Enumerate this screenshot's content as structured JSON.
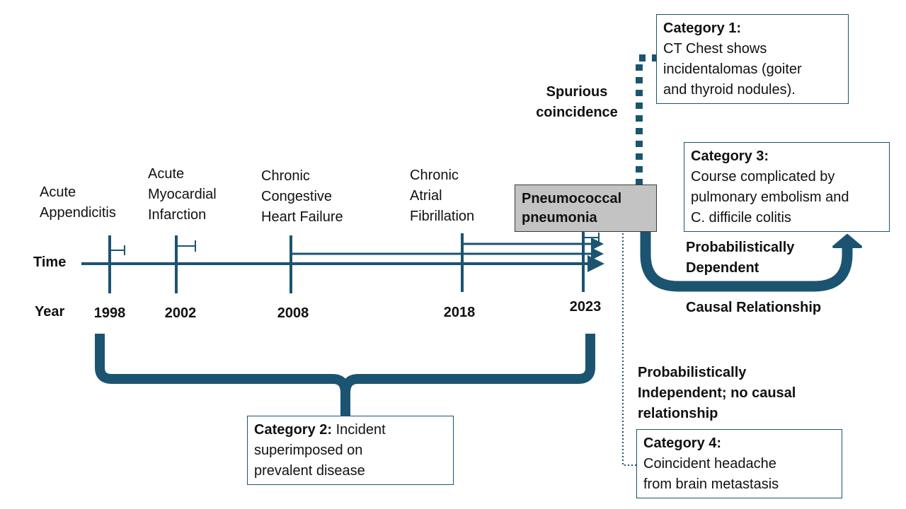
{
  "colors": {
    "line": "#1b5470",
    "highlight_box": "#c3c3c3"
  },
  "axis": {
    "time_label": "Time",
    "year_label": "Year"
  },
  "events": [
    {
      "name_lines": [
        "Acute",
        "Appendicitis"
      ],
      "year": "1998"
    },
    {
      "name_lines": [
        "Acute",
        "Myocardial",
        "Infarction"
      ],
      "year": "2002"
    },
    {
      "name_lines": [
        "Chronic",
        "Congestive",
        "Heart Failure"
      ],
      "year": "2008"
    },
    {
      "name_lines": [
        "Chronic",
        "Atrial",
        "Fibrillation"
      ],
      "year": "2018"
    },
    {
      "name_lines": [
        "Pneumococcal",
        "pneumonia"
      ],
      "year": "2023"
    }
  ],
  "labels": {
    "spurious": [
      "Spurious",
      "coincidence"
    ],
    "dependent": [
      "Probabilistically",
      "Dependent"
    ],
    "causal": "Causal Relationship",
    "independent": [
      "Probabilistically",
      "Independent; no causal",
      "relationship"
    ]
  },
  "categories": {
    "cat1": {
      "head": "Category 1:",
      "lines": [
        "CT Chest shows",
        "incidentalomas (goiter",
        "and thyroid nodules)."
      ]
    },
    "cat2": {
      "head": "Category 2:",
      "inline": " Incident",
      "lines": [
        "superimposed on",
        "prevalent disease"
      ]
    },
    "cat3": {
      "head": "Category 3:",
      "lines": [
        "Course complicated by",
        "pulmonary embolism and",
        "C. difficile colitis"
      ]
    },
    "cat4": {
      "head": "Category 4:",
      "lines": [
        "Coincident headache",
        "from brain metastasis"
      ]
    }
  }
}
